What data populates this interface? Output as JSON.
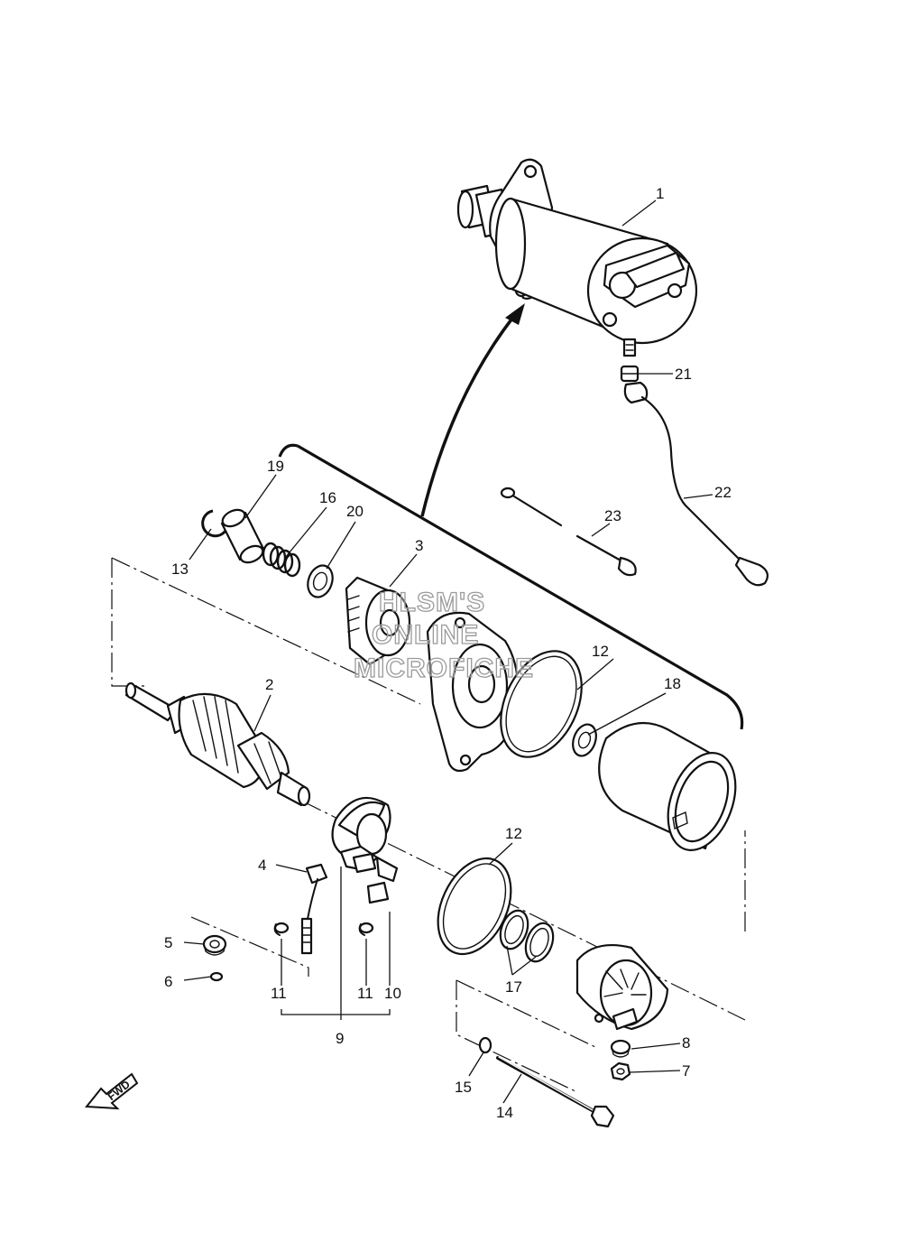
{
  "watermark": [
    "HLSM'S",
    "ONLINE",
    "MICROFICHE"
  ],
  "fwd_label": "FWD",
  "callouts": {
    "c1": "1",
    "c2": "2",
    "c3": "3",
    "c4": "4",
    "c5": "5",
    "c6": "6",
    "c7": "7",
    "c8": "8",
    "c9": "9",
    "c10": "10",
    "c11a": "11",
    "c11b": "11",
    "c12a": "12",
    "c12b": "12",
    "c13": "13",
    "c14": "14",
    "c15": "15",
    "c16": "16",
    "c17": "17",
    "c18": "18",
    "c19": "19",
    "c20": "20",
    "c21": "21",
    "c22": "22",
    "c23": "23"
  }
}
